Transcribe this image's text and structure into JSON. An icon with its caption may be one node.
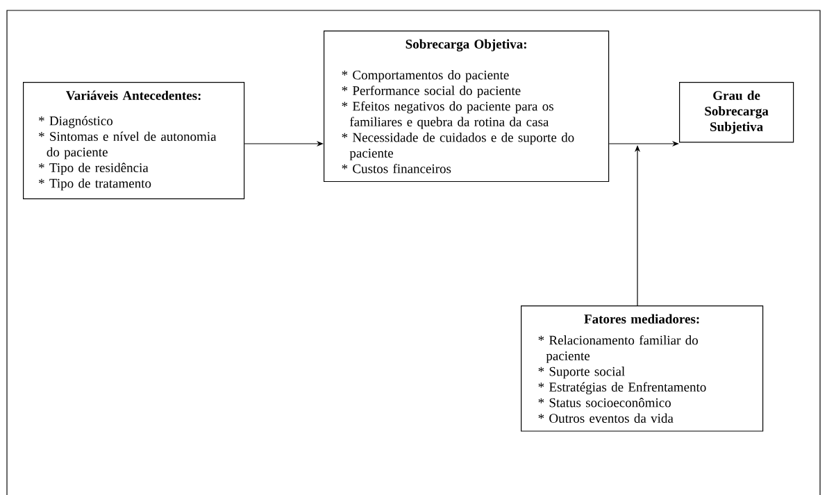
{
  "diagram": {
    "nodes": [
      {
        "text": [
          "**Variáveis Antecedentes**:",
          "* Diagnóstico",
          "* Sintomas e nível de autonomia do paciente",
          "* Tipo de residência",
          "* Tipo de tratamento"
        ]
      },
      {
        "text": [
          "Sobrecarga Objetiva:",
          "* Comportamentos do paciente",
          "* Performance social do paciente",
          "* Efeitos negativos do paciente para os familiares e quebra da rotina da casa",
          "* Necessidade de cuidados e de suporte do paciente",
          "* Custos financeiros"
        ]
      },
      {
        "text": [
          "Grau de Sobrecarga Subjetiva"
        ]
      },
      {
        "text": [
          "Fatores mediadores:",
          "* Relacionamento familiar do paciente",
          "* Suporte social",
          "* Estratégias de Enfrentamento",
          "* Status socioeconômico",
          "* Outros eventos da vida"
        ]
      }
    ],
    "edges": [
      {
        "from": 0,
        "to": 1,
        "arrow": "to"
      },
      {
        "from": 1,
        "to": 2,
        "arrow": "to"
      },
      {
        "from": 3,
        "to": null,
        "arrow": "to"
      }
    ]
  }
}
